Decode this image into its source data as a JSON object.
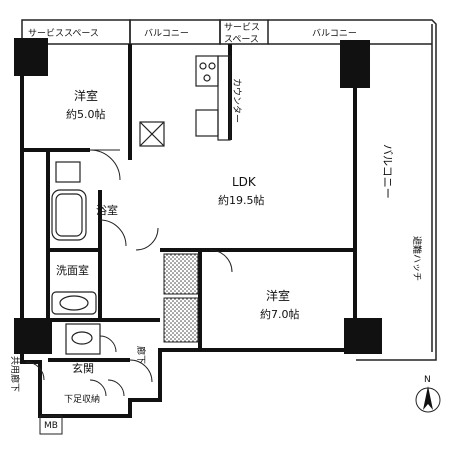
{
  "labels": {
    "service_space_top": "サービススペース",
    "balcony_top_left": "バルコニー",
    "service_space_mid": "サービス",
    "service_space_mid2": "スペース",
    "balcony_top_right": "バルコニー",
    "western_room_1": "洋室",
    "western_room_1_size": "約5.0帖",
    "counter": "カウンター",
    "ldk": "LDK",
    "ldk_size": "約19.5帖",
    "balcony_right": "バルコニー",
    "evacuation_ladder": "避難ハッチ",
    "bath": "浴室",
    "washroom": "洗面室",
    "western_room_2": "洋室",
    "western_room_2_size": "約7.0帖",
    "corridor": "廊下",
    "entrance": "玄関",
    "shoe_box": "下足収納",
    "common_corridor": "共用廊下",
    "mb": "MB",
    "north": "N"
  },
  "colors": {
    "wall": "#111111",
    "line": "#222222",
    "hatch": "#555555"
  }
}
